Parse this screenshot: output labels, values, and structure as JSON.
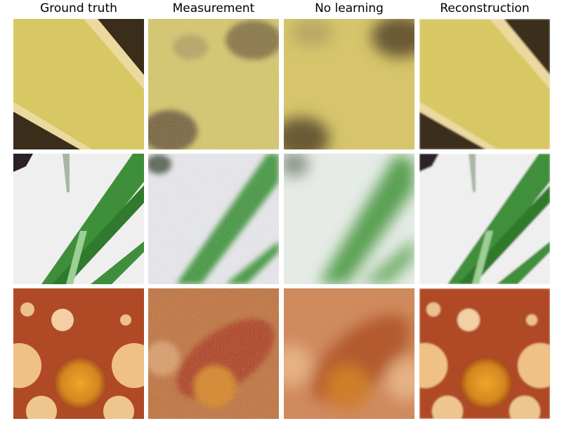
{
  "columns": [
    {
      "title": "Ground truth"
    },
    {
      "title": "Measurement"
    },
    {
      "title": "No learning"
    },
    {
      "title": "Reconstruction"
    }
  ],
  "rows": [
    {
      "subject": "yellow-stripe",
      "palette": {
        "main": "#d8c864",
        "dark": "#3a2e1a",
        "edge": "#ecd9a0"
      }
    },
    {
      "subject": "green-leaves",
      "palette": {
        "main": "#f0f0f0",
        "leaf": "#3f8f3a",
        "dark": "#2a2026"
      }
    },
    {
      "subject": "orange-bubbles",
      "palette": {
        "main": "#b04a26",
        "bubble": "#f1c88f",
        "core": "#e0951f"
      }
    }
  ]
}
